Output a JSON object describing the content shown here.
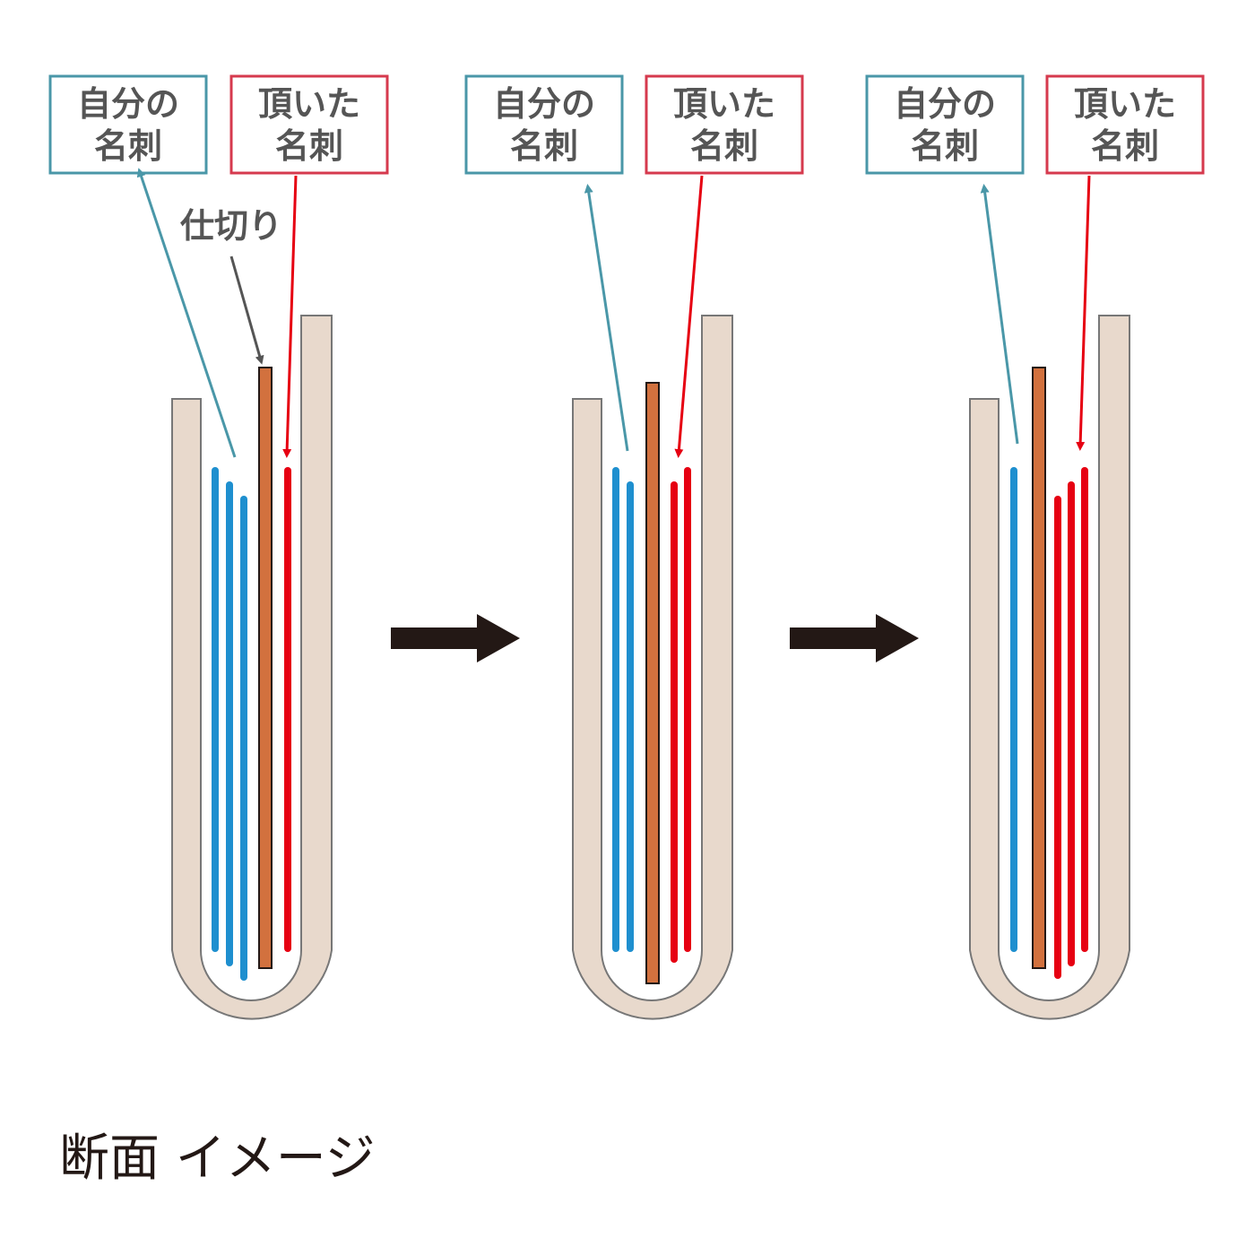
{
  "labels": {
    "own_card_line1": "自分の",
    "own_card_line2": "名刺",
    "received_card_line1": "頂いた",
    "received_card_line2": "名刺",
    "divider": "仕切り"
  },
  "caption": "断面 イメージ",
  "colors": {
    "holder_fill": "#e8d9cc",
    "holder_stroke": "#777777",
    "own_card": "#1e8fcf",
    "received_card": "#e60012",
    "divider_fill": "#d2713e",
    "own_box_border": "#4a97a8",
    "received_box_border": "#d63a4e",
    "arrow": "#231815"
  },
  "stages": [
    {
      "name": "stage-1",
      "own_cards": 3,
      "received_cards": 1
    },
    {
      "name": "stage-2",
      "own_cards": 2,
      "received_cards": 2
    },
    {
      "name": "stage-3",
      "own_cards": 1,
      "received_cards": 3
    }
  ]
}
